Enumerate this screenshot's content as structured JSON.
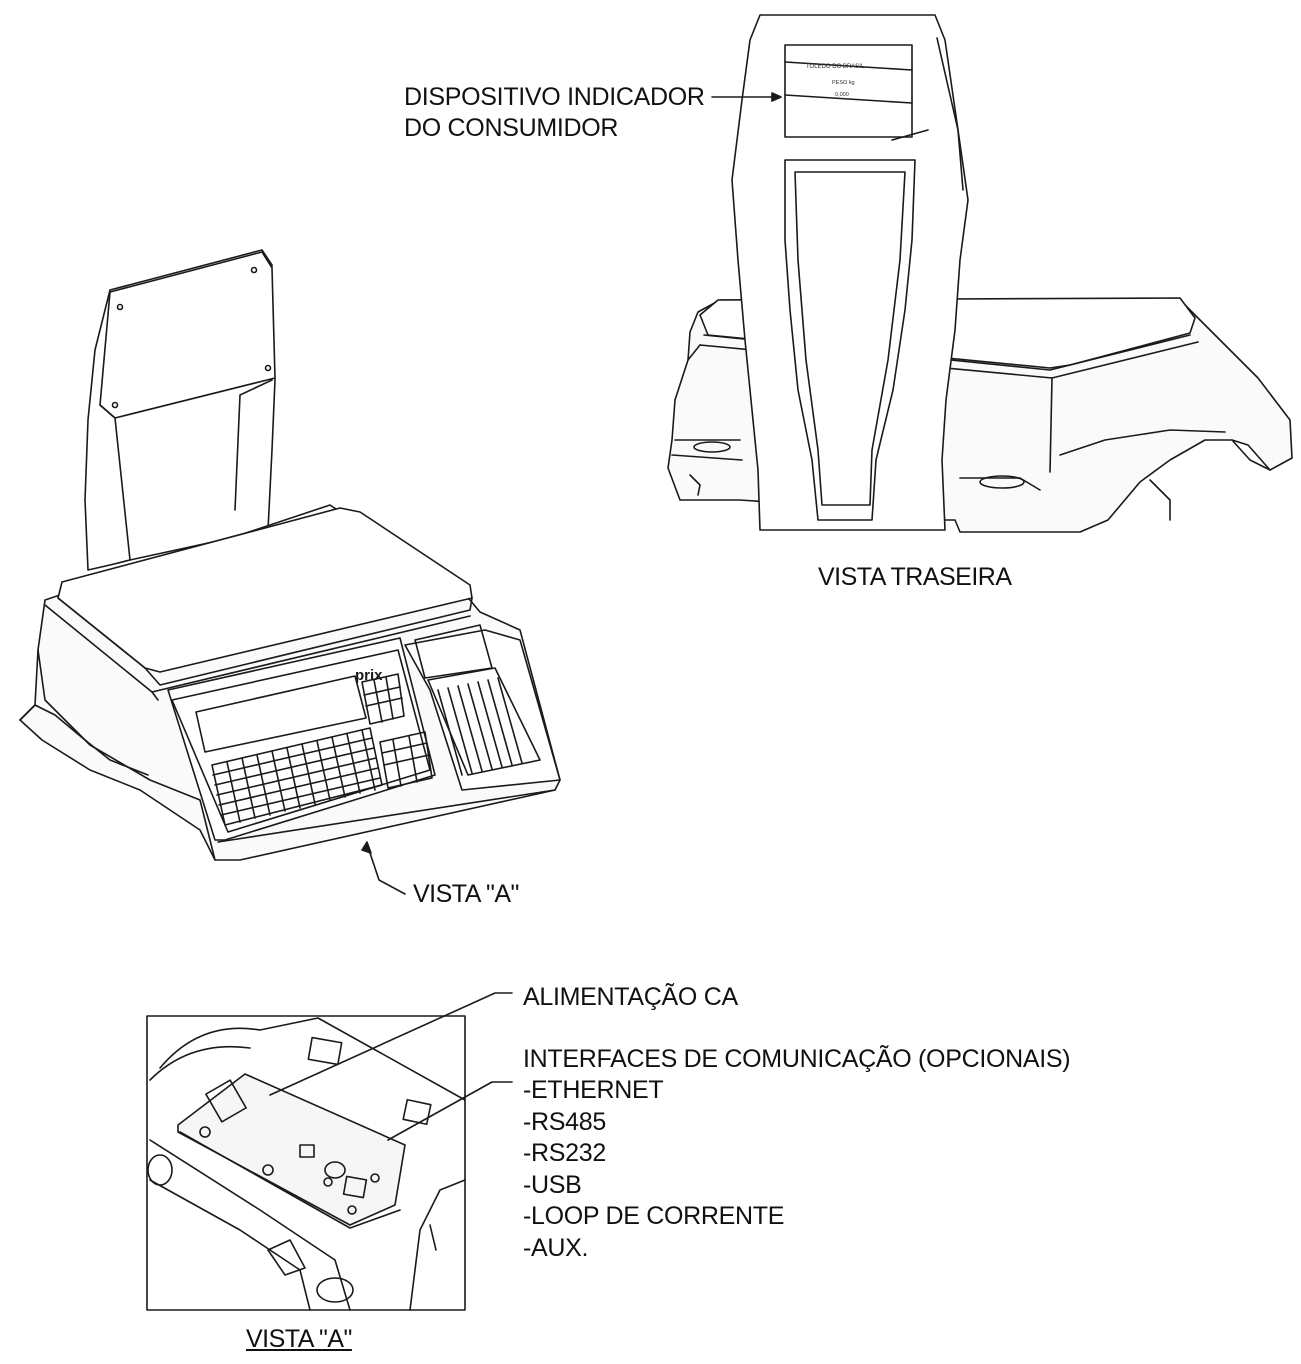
{
  "labels": {
    "consumer_display": [
      "DISPOSITIVO INDICADOR",
      "DO CONSUMIDOR"
    ],
    "rear_view": "VISTA TRASEIRA",
    "view_a_pointer": "VISTA \"A\"",
    "ac_power": "ALIMENTAÇÃO CA",
    "comm_title": "INTERFACES DE COMUNICAÇÃO (OPCIONAIS)",
    "comm_items": [
      "-ETHERNET",
      "-RS485",
      "-RS232",
      "-USB",
      "-LOOP DE CORRENTE",
      "-AUX."
    ],
    "view_a_caption": "VISTA \"A\""
  },
  "consumer_screen": {
    "line1": "TOLEDO DO BRASIL",
    "line2": "PESO kg",
    "line3": "0,000"
  },
  "scale_brand": "prix",
  "colors": {
    "line": "#1a1a1a",
    "fill": "#f4f4f4",
    "background": "#ffffff"
  }
}
